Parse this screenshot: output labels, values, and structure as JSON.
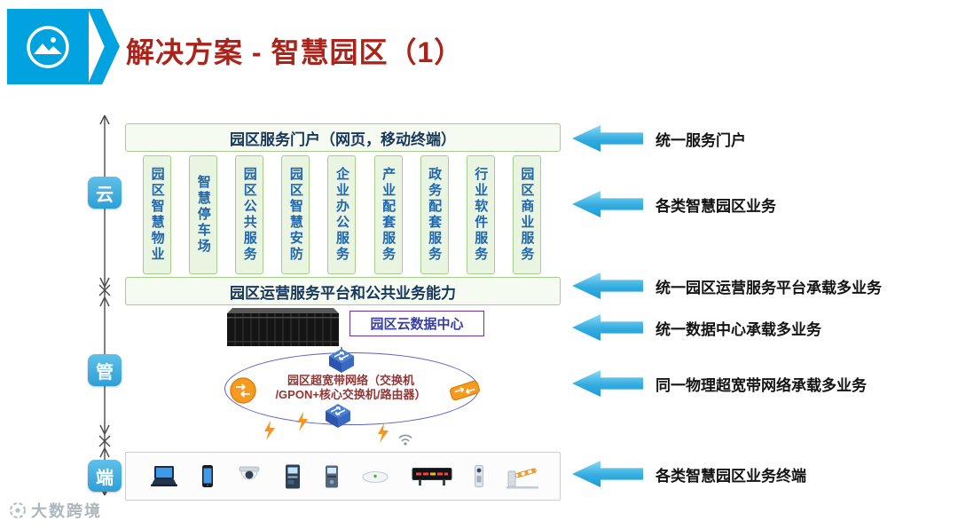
{
  "header": {
    "title": "解决方案 - 智慧园区（1）"
  },
  "axis": {
    "cloud": "云",
    "pipe": "管",
    "terminal": "端"
  },
  "portal": {
    "label": "园区服务门户（网页，移动终端）"
  },
  "services": [
    "园区智慧物业",
    "智慧停车场",
    "园区公共服务",
    "园区智慧安防",
    "企业办公服务",
    "产业配套服务",
    "政务配套服务",
    "行业软件服务",
    "园区商业服务"
  ],
  "platform": {
    "label": "园区运营服务平台和公共业务能力"
  },
  "datacenter": {
    "label": "园区云数据中心"
  },
  "network": {
    "label_line1": "园区超宽带网络（交换机",
    "label_line2": "/GPON+核心交换机/路由器）"
  },
  "annotations": [
    {
      "label": "统一服务门户"
    },
    {
      "label": "各类智慧园区业务"
    },
    {
      "label": "统一园区运营服务平台承载多业务"
    },
    {
      "label": "统一数据中心承载多业务"
    },
    {
      "label": "同一物理超宽带网络承载多业务"
    },
    {
      "label": "各类智慧园区业务终端"
    }
  ],
  "terminals": {
    "icons": [
      "laptop",
      "smartphone",
      "dome-camera",
      "kiosk",
      "ticket-machine",
      "wifi-ap",
      "led-display",
      "intercom",
      "barrier-gate"
    ]
  },
  "watermark": {
    "label": "大数跨境"
  },
  "colors": {
    "accent_blue": "#00A3E0",
    "arrow_blue": "#33ACDF",
    "title_red": "#A9241B",
    "green_border": "#A5CE8D",
    "green_bg": "#E9F4E1",
    "service_text_blue": "#2166AC",
    "purple": "#7030A0",
    "network_text_red": "#943634",
    "router_orange": "#F59B22"
  }
}
